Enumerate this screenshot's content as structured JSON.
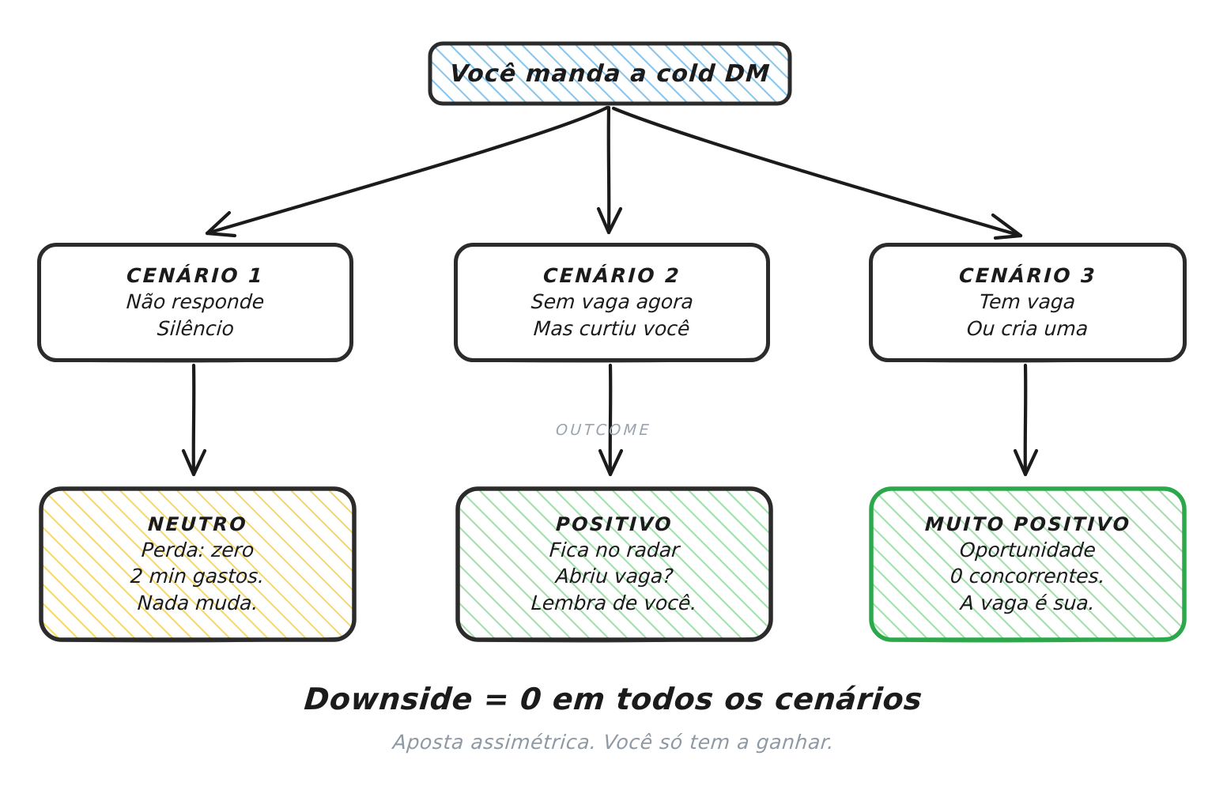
{
  "diagram": {
    "root": {
      "label": "Você manda a cold DM",
      "fill_hatch_color": "#85C5F0",
      "border_color": "#2b2b2b"
    },
    "edge_label": "OUTCOME",
    "scenarios": [
      {
        "title": "CENÁRIO 1",
        "lines": [
          "Não responde",
          "Silêncio"
        ],
        "border_color": "#2b2b2b"
      },
      {
        "title": "CENÁRIO 2",
        "lines": [
          "Sem vaga agora",
          "Mas curtiu você"
        ],
        "border_color": "#2b2b2b"
      },
      {
        "title": "CENÁRIO 3",
        "lines": [
          "Tem vaga",
          "Ou cria uma"
        ],
        "border_color": "#2b2b2b"
      }
    ],
    "outcomes": [
      {
        "title": "NEUTRO",
        "lines": [
          "Perda: zero",
          "2 min gastos.",
          "Nada muda."
        ],
        "hatch_color": "#F7D766",
        "border_color": "#2b2b2b"
      },
      {
        "title": "POSITIVO",
        "lines": [
          "Fica no radar",
          "Abriu vaga?",
          "Lembra de você."
        ],
        "hatch_color": "#9FE0A8",
        "border_color": "#2b2b2b"
      },
      {
        "title": "MUITO POSITIVO",
        "lines": [
          "Oportunidade",
          "0 concorrentes.",
          "A vaga é sua."
        ],
        "hatch_color": "#9FE0A8",
        "border_color": "#2BA84A"
      }
    ],
    "footer": {
      "headline": "Downside = 0 em todos os cenários",
      "subline": "Aposta assimétrica. Você só tem a ganhar.",
      "headline_color": "#1b1b1b",
      "subline_color": "#8e99a4"
    },
    "canvas": {
      "background": "#ffffff",
      "arrow_color": "#1b1b1b"
    }
  }
}
